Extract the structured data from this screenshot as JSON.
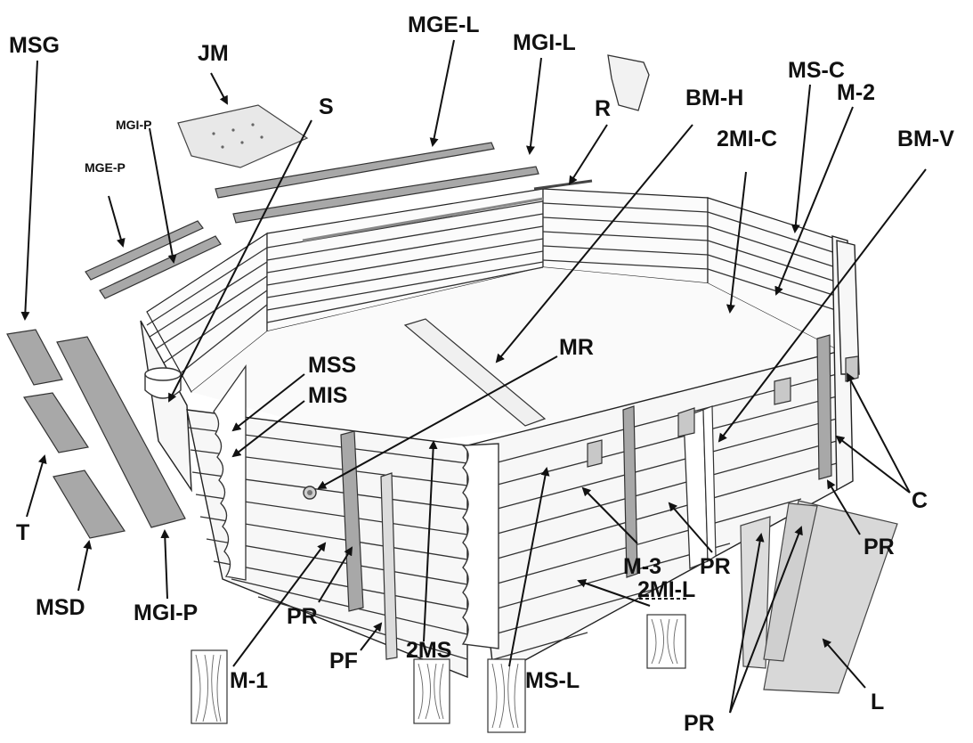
{
  "labels": {
    "msg": "MSG",
    "jm": "JM",
    "mgi_p_top": "MGI-P",
    "mge_p": "MGE-P",
    "s": "S",
    "mge_l": "MGE-L",
    "mgi_l": "MGI-L",
    "r": "R",
    "bm_h": "BM-H",
    "ms_c": "MS-C",
    "m_2": "M-2",
    "two_mi_c": "2MI-C",
    "bm_v": "BM-V",
    "mss": "MSS",
    "mis": "MIS",
    "mr": "MR",
    "c": "C",
    "t": "T",
    "msd": "MSD",
    "mgi_p_bottom": "MGI-P",
    "pr_left": "PR",
    "pf": "PF",
    "two_ms": "2MS",
    "m_1": "M-1",
    "ms_l": "MS-L",
    "m_3": "M-3",
    "pr_mid": "PR",
    "two_mi_l": "2MI-L",
    "pr_right": "PR",
    "l": "L",
    "pr_bottom": "PR"
  }
}
